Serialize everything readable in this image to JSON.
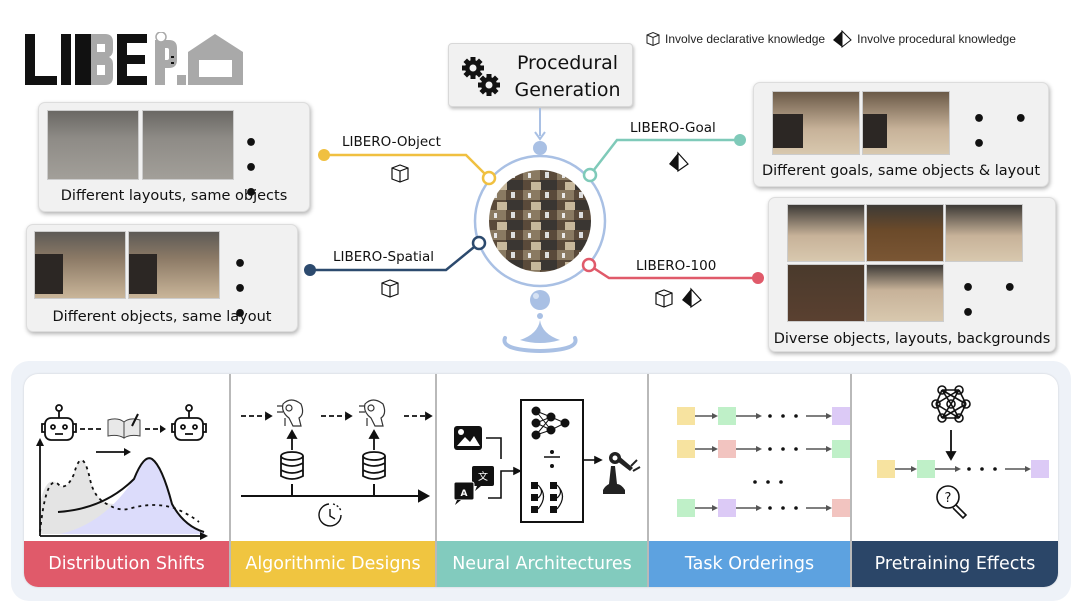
{
  "logo": {
    "text": "LIBERO"
  },
  "legend": {
    "declarative": {
      "icon": "cube-icon",
      "label": "Involve declarative knowledge"
    },
    "procedural": {
      "icon": "pyramid-icon",
      "label": "Involve procedural knowledge"
    }
  },
  "procedural_generation": {
    "icon": "gears-icon",
    "line1": "Procedural",
    "line2": "Generation"
  },
  "benchmarks": [
    {
      "name": "LIBERO-Object",
      "color": "#f0c040",
      "knowledge": [
        "declarative"
      ],
      "caption": "Different layouts, same objects"
    },
    {
      "name": "LIBERO-Spatial",
      "color": "#2c4a6e",
      "knowledge": [
        "declarative"
      ],
      "caption": "Different objects, same layout"
    },
    {
      "name": "LIBERO-Goal",
      "color": "#7fcab9",
      "knowledge": [
        "procedural"
      ],
      "caption": "Different goals, same objects & layout"
    },
    {
      "name": "LIBERO-100",
      "color": "#e05a6a",
      "knowledge": [
        "declarative",
        "procedural"
      ],
      "caption": "Diverse objects, layouts, backgrounds"
    }
  ],
  "ellipsis": "• • •",
  "research_topics": [
    {
      "label": "Distribution Shifts",
      "color": "#e05a6a"
    },
    {
      "label": "Algorithmic Designs",
      "color": "#f0c540"
    },
    {
      "label": "Neural Architectures",
      "color": "#82cbbe"
    },
    {
      "label": "Task Orderings",
      "color": "#5da2e0"
    },
    {
      "label": "Pretraining Effects",
      "color": "#2b4668"
    }
  ],
  "task_colors": {
    "yellow": "#f7e3a0",
    "green": "#bff0c8",
    "pink": "#f2c4c0",
    "purple": "#dccaf6"
  },
  "accent": {
    "globe": "#a9c0e4"
  }
}
